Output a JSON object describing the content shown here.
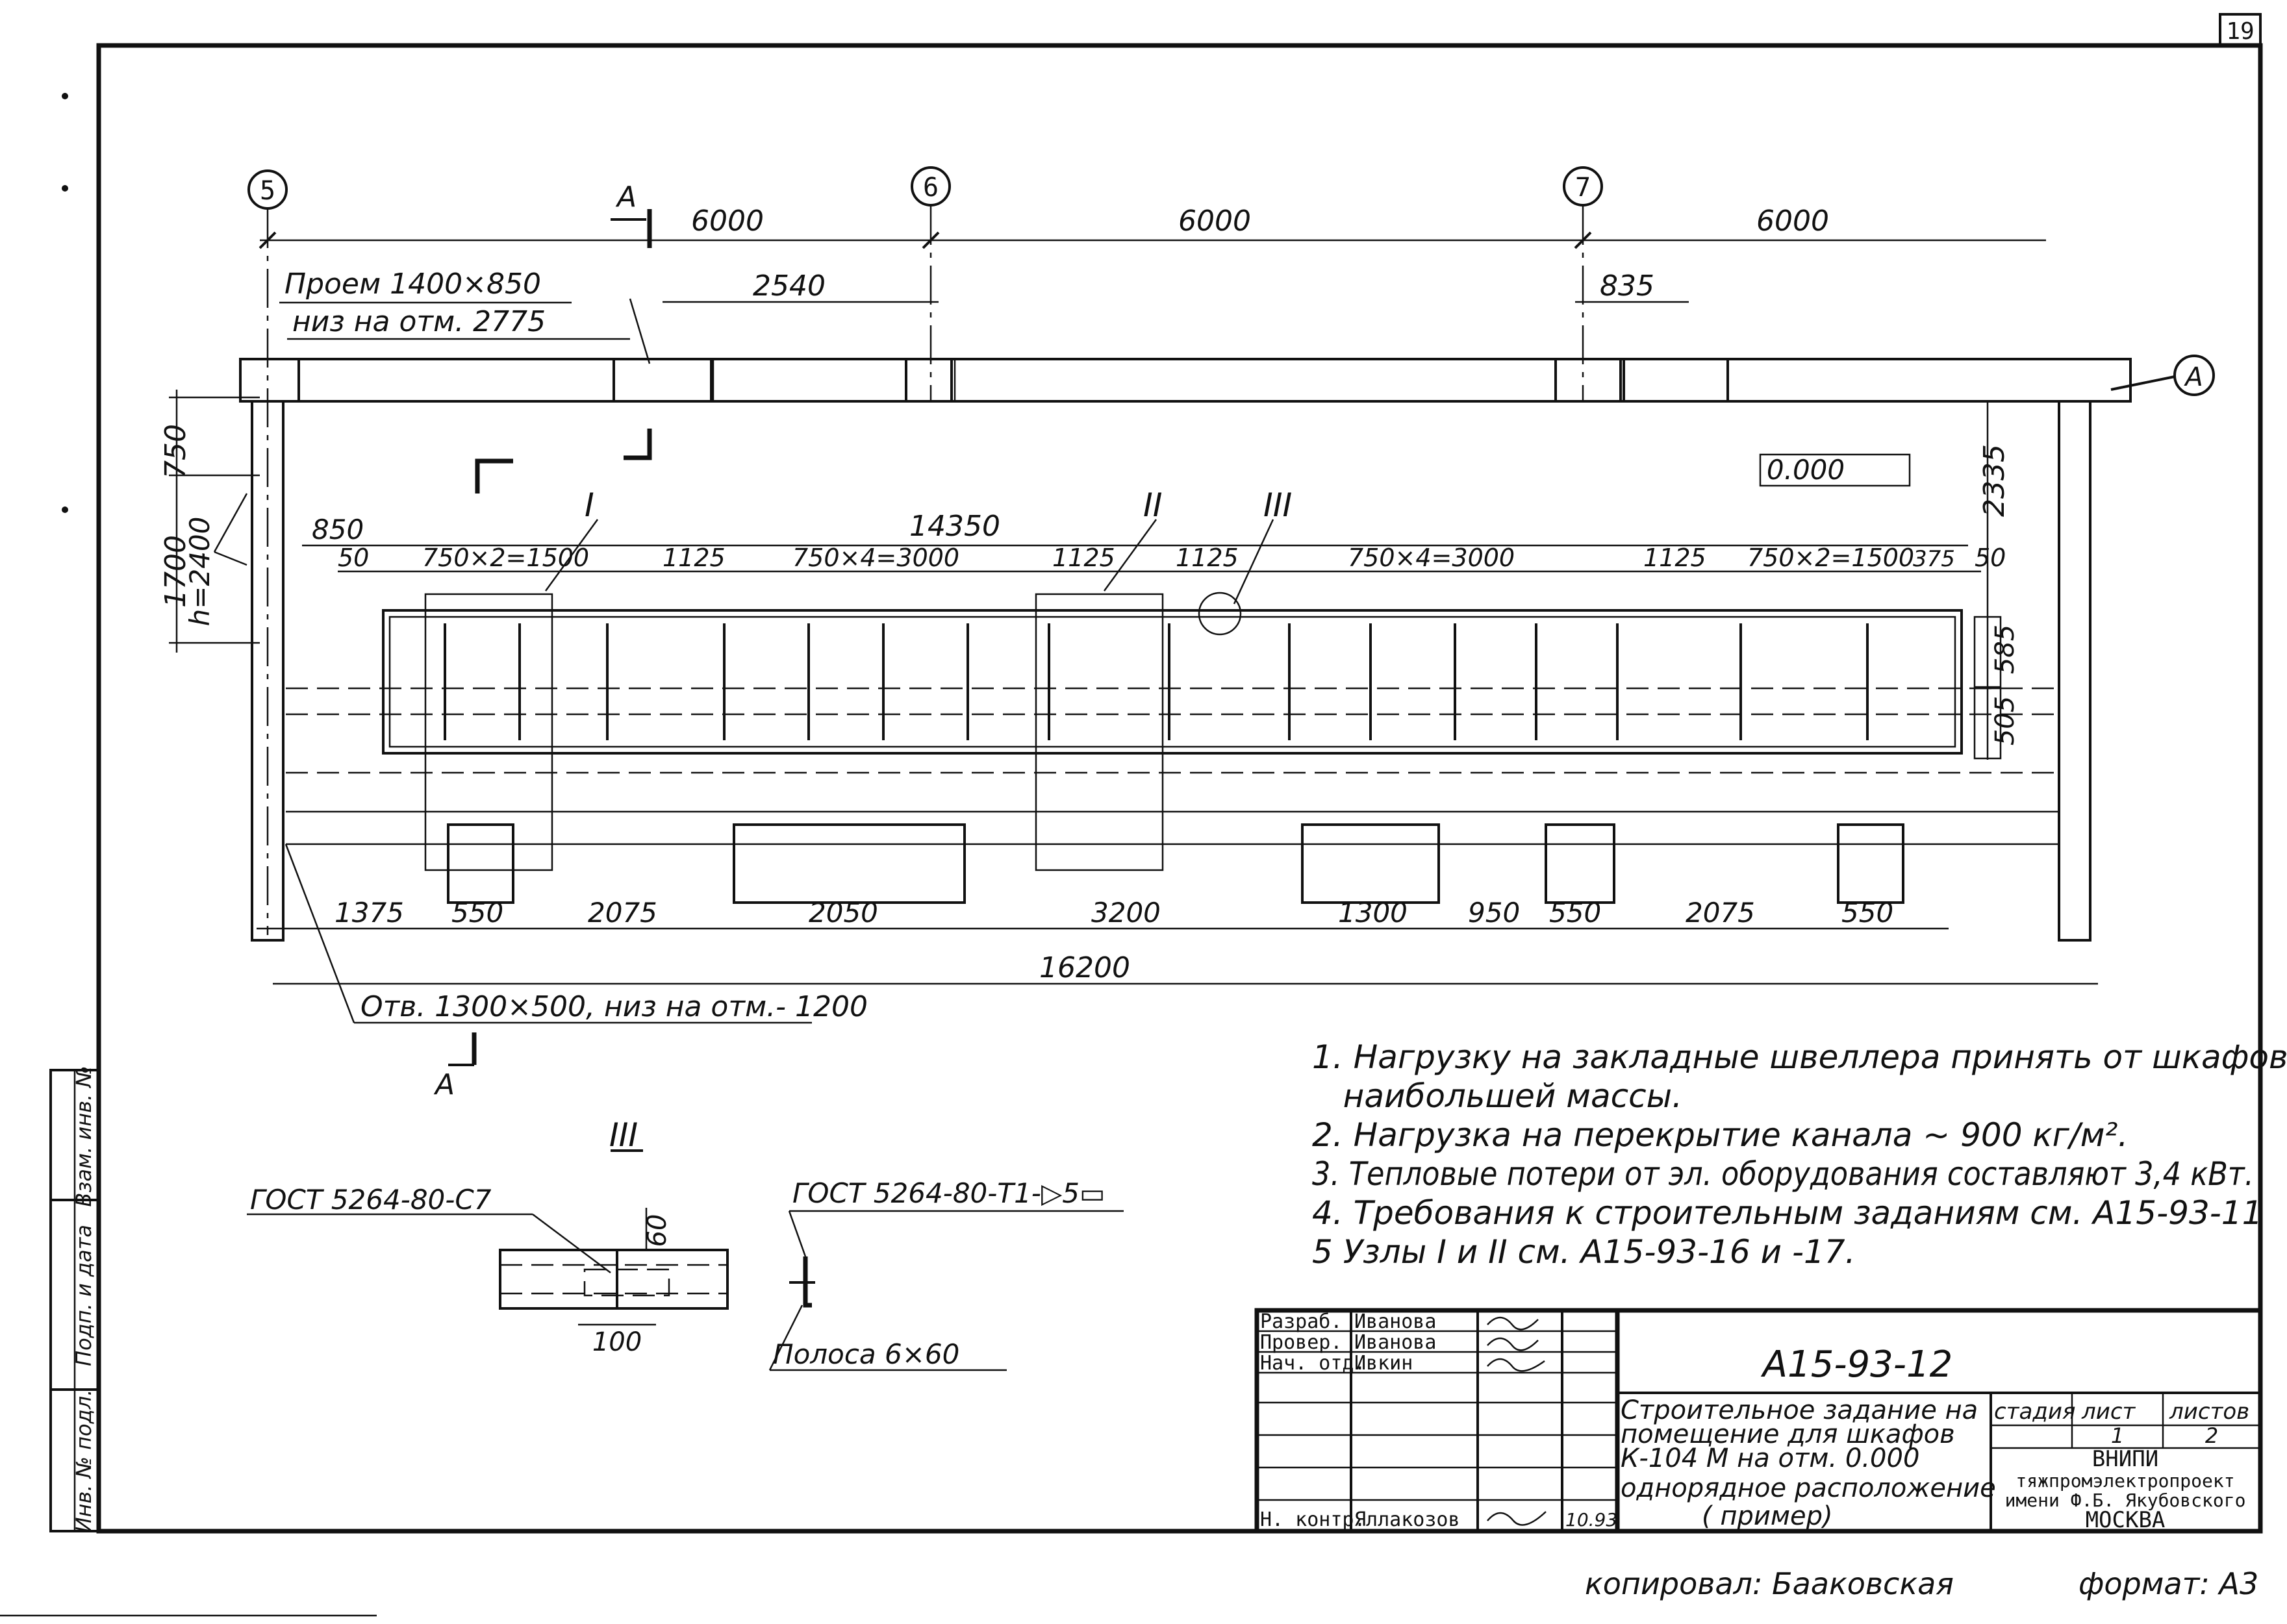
{
  "sheet_number": "19",
  "axes": {
    "axis_5": "5",
    "axis_6": "6",
    "axis_7": "7",
    "section_mark": "А"
  },
  "top_dims": {
    "span_5_6": "6000",
    "span_6_7": "6000",
    "span_7_end": "6000",
    "d2540": "2540",
    "d835": "835"
  },
  "opening_top": {
    "line1": "Проем 1400×850",
    "line2": "низ на отм. 2775"
  },
  "left_dims": {
    "d750": "750",
    "d1700": "1700",
    "h": "h=2400"
  },
  "right_dims": {
    "d2335": "2335",
    "d585": "585",
    "d505": "505"
  },
  "level_mark": "0.000",
  "node_marks": {
    "n1": "I",
    "n2": "II",
    "n3": "III"
  },
  "cabinet_dims": {
    "d850": "850",
    "d14350": "14350",
    "d50a": "50",
    "g1": "750×2=1500",
    "d1125a": "1125",
    "g2": "750×4=3000",
    "d1125b": "1125",
    "d1125c": "1125",
    "g3": "750×4=3000",
    "d1125d": "1125",
    "g4": "750×2=1500",
    "d375": "375",
    "d50b": "50"
  },
  "bottom_dims": {
    "d1375": "1375",
    "d550a": "550",
    "d2075a": "2075",
    "d2050": "2050",
    "d3200": "3200",
    "d1300": "1300",
    "d950": "950",
    "d550b": "550",
    "d2075b": "2075",
    "d550c": "550",
    "total": "16200"
  },
  "opening_bottom": "Отв. 1300×500, низ на отм.- 1200",
  "detail": {
    "title": "III",
    "gost_left": "ГОСТ 5264-80-С7",
    "gost_right": "ГОСТ 5264-80-Т1-▷5▭",
    "d60": "60",
    "d100": "100",
    "strip": "Полоса 6×60"
  },
  "notes": [
    "1. Нагрузку на закладные швеллера принять от шкафов",
    "   наибольшей массы.",
    "2. Нагрузка на перекрытие канала ~ 900 кг/м².",
    "3. Тепловые потери от эл. оборудования составляют 3,4 кВт.",
    "4. Требования к строительным заданиям см. А15-93-11",
    "5  Узлы I и II см. А15-93-16 и -17."
  ],
  "title_block": {
    "roles": [
      "Разраб.",
      "Провер.",
      "Нач. отд.",
      "",
      "",
      "",
      "Н. контр."
    ],
    "names": [
      "Иванова",
      "Иванова",
      "Ивкин",
      "",
      "",
      "",
      "Яллакозов"
    ],
    "date": "10.93",
    "doc_code": "А15-93-12",
    "title_lines": [
      "Строительное задание на",
      "помещение для шкафов",
      "К-104 М на отм. 0.000",
      "однорядное расположение",
      "( пример)"
    ],
    "stage_label": "стадия",
    "sheet_label": "лист",
    "sheets_label": "листов",
    "stage_value": "",
    "sheet_value": "1",
    "sheets_value": "2",
    "org_lines": [
      "ВНИПИ",
      "тяжпромэлектропроект",
      "имени Ф.Б. Якубовского",
      "МОСКВА"
    ]
  },
  "side_stamp": [
    "Инв. № подл.",
    "Подп. и дата",
    "Взам. инв. №"
  ],
  "footer": {
    "copied": "копировал: Бааковская",
    "format": "формат: А3"
  }
}
